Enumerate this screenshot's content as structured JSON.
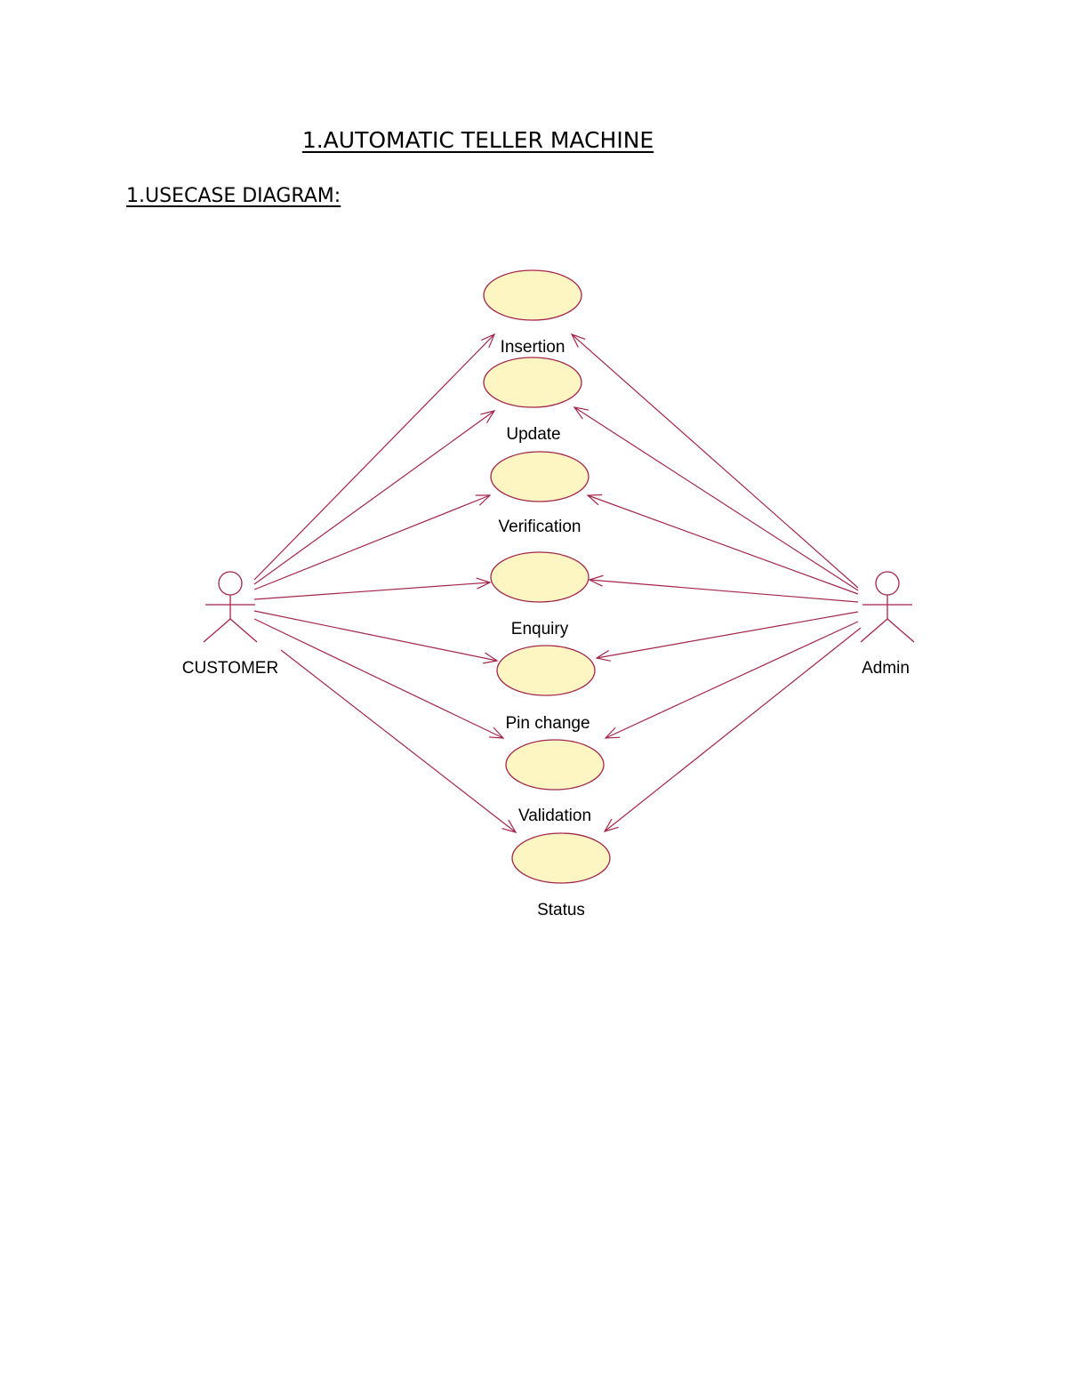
{
  "document": {
    "title": "1.AUTOMATIC TELLER MACHINE",
    "heading": "1.USECASE DIAGRAM:"
  },
  "colors": {
    "line": "#a3264a",
    "usecase_fill": "#fdf6c3",
    "text": "#000000"
  },
  "actors": [
    {
      "id": "customer",
      "label": "CUSTOMER"
    },
    {
      "id": "admin",
      "label": "Admin"
    }
  ],
  "use_cases": [
    {
      "id": "insertion",
      "label": "Insertion"
    },
    {
      "id": "update",
      "label": "Update"
    },
    {
      "id": "verification",
      "label": "Verification"
    },
    {
      "id": "enquiry",
      "label": "Enquiry"
    },
    {
      "id": "pin_change",
      "label": "Pin change"
    },
    {
      "id": "validation",
      "label": "Validation"
    },
    {
      "id": "status",
      "label": "Status"
    }
  ],
  "associations": [
    {
      "from": "customer",
      "to": "insertion"
    },
    {
      "from": "customer",
      "to": "update"
    },
    {
      "from": "customer",
      "to": "verification"
    },
    {
      "from": "customer",
      "to": "enquiry"
    },
    {
      "from": "customer",
      "to": "pin_change"
    },
    {
      "from": "customer",
      "to": "validation"
    },
    {
      "from": "customer",
      "to": "status"
    },
    {
      "from": "admin",
      "to": "insertion"
    },
    {
      "from": "admin",
      "to": "update"
    },
    {
      "from": "admin",
      "to": "verification"
    },
    {
      "from": "admin",
      "to": "enquiry"
    },
    {
      "from": "admin",
      "to": "pin_change"
    },
    {
      "from": "admin",
      "to": "validation"
    },
    {
      "from": "admin",
      "to": "status"
    }
  ]
}
